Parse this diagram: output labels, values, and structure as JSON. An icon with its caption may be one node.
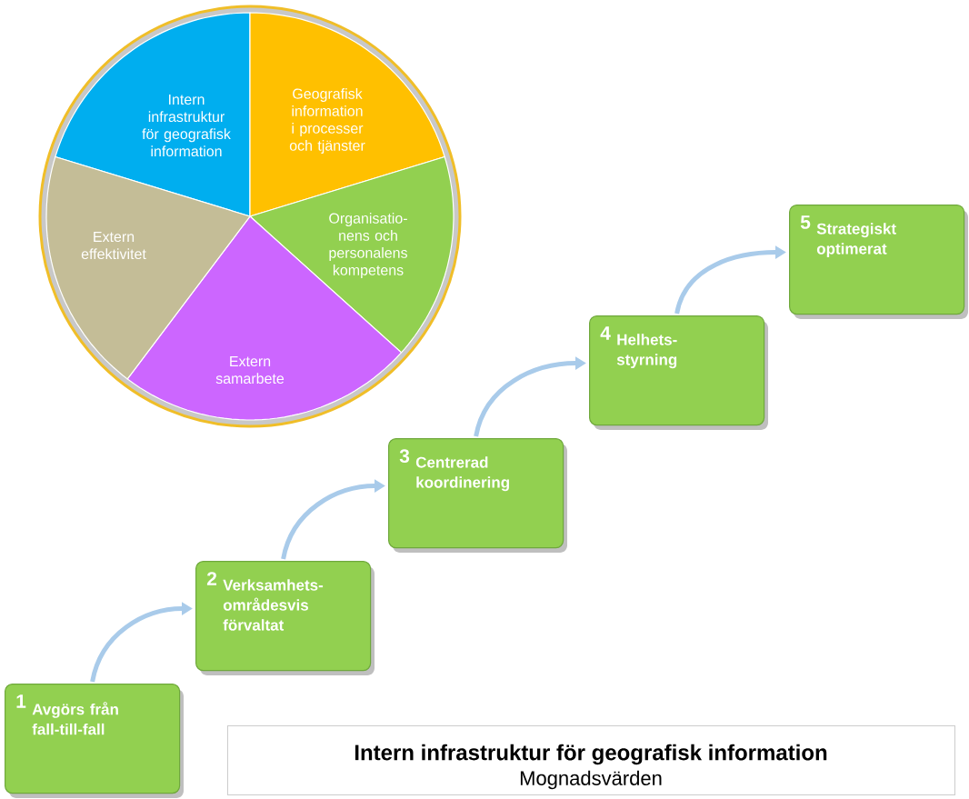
{
  "diagram": {
    "nodes": [
      {
        "text": [
          "Intern infrastruktur för geografisk information"
        ]
      },
      {
        "text": [
          "Geografisk information i processer och tjänster"
        ]
      },
      {
        "text": [
          "Organisatio-nens och personalens kompetens"
        ]
      },
      {
        "text": [
          "Extern samarbete"
        ]
      },
      {
        "text": [
          "Extern effektivitet"
        ]
      },
      {
        "text": [
          "1",
          "Avgörs från fall-till-fall"
        ]
      },
      {
        "text": [
          "2",
          "Verksamhets-områdesvis förvaltat"
        ]
      },
      {
        "text": [
          "3",
          "Centrerad koordinering"
        ]
      },
      {
        "text": [
          "4",
          "Helhets-styrning"
        ]
      },
      {
        "text": [
          "5",
          "Strategiskt optimerat"
        ]
      },
      {
        "text": [
          "Intern infrastruktur för geografisk information",
          "Mognadsvärden"
        ]
      }
    ],
    "edges": [
      {
        "from": 5,
        "to": 6,
        "arrow": "to"
      },
      {
        "from": 6,
        "to": 7,
        "arrow": "to"
      },
      {
        "from": 7,
        "to": 8,
        "arrow": "to"
      },
      {
        "from": 8,
        "to": 9,
        "arrow": "to"
      }
    ]
  }
}
